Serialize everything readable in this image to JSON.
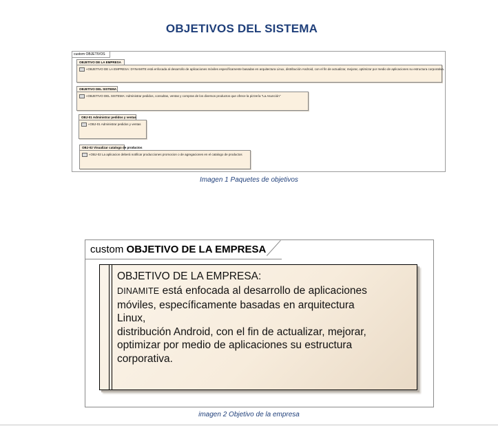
{
  "page": {
    "title": "OBJETIVOS DEL SISTEMA"
  },
  "figure1": {
    "frame_label": "custom OBJETIVOS",
    "packages": [
      {
        "name": "OBJETIVO DE LA EMPRESA",
        "content": "«OBJETIVO DE LA EMPRESA: DYNAMITE está enfocada al desarrollo de aplicaciones móviles específicamente basadas en arquitectura Linux, distribución Android, con el fin de actualizar, mejorar, optimizar por medio de aplicaciones su estructura corporativa."
      },
      {
        "name": "OBJETIVO DEL SISTEMA",
        "content": "«OBJETIVO DEL SISTEMA: Administrar pedidos, consultas, ventas y compras de los diversos productos que ofrece la pizzería \"La Asunción\""
      },
      {
        "name": "OBJ-01 Administrar pedidos y ventas",
        "content": "«OBJ-01 Administrar pedidos y ventas"
      },
      {
        "name": "OBJ-02 Visualizar catalogo de productos",
        "content": "«OBJ-02 La aplicacion deberá notificar producciones promocion o de agregaciones en el catalogo de productos"
      }
    ],
    "caption": "Imagen 1 Paquetes de objetivos"
  },
  "figure2": {
    "frame_keyword": "custom",
    "frame_name": "OBJETIVO DE LA EMPRESA",
    "requirement_title": "OBJETIVO DE LA EMPRESA:",
    "requirement_brand": "DINAMITE",
    "requirement_lines": [
      " está enfocada al desarrollo de aplicaciones",
      "móviles, específicamente basadas en arquitectura Linux,",
      "distribución Android, con el fin de actualizar, mejorar,",
      "optimizar por medio de aplicaciones su estructura",
      "corporativa."
    ],
    "caption": "imagen 2 Objetivo de la empresa"
  },
  "colors": {
    "title_blue": "#1f3f7a",
    "note_fill": "#f7ecdc",
    "frame_border": "#8a8a8a"
  }
}
